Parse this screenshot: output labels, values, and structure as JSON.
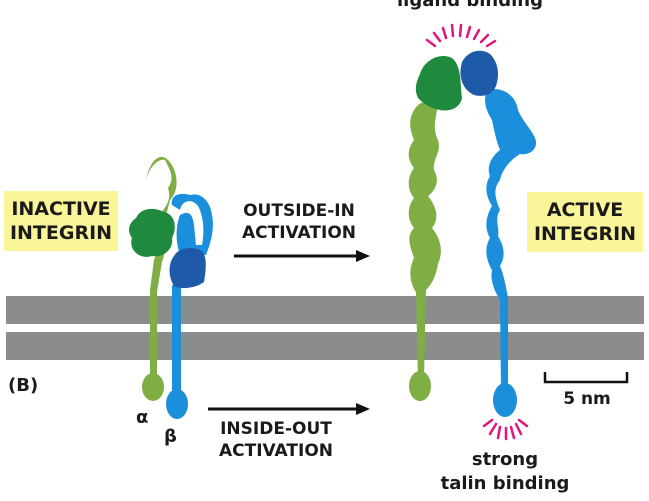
{
  "figure": {
    "panel_label": "(B)",
    "inactive_label": [
      "INACTIVE",
      "INTEGRIN"
    ],
    "active_label": [
      "ACTIVE",
      "INTEGRIN"
    ],
    "outside_in_label": [
      "OUTSIDE-IN",
      "ACTIVATION"
    ],
    "inside_out_label": [
      "INSIDE-OUT",
      "ACTIVATION"
    ],
    "ligand_binding_label": "ligand binding",
    "talin_binding_label": [
      "strong",
      "talin binding"
    ],
    "alpha_label": "α",
    "beta_label": "β",
    "scale_bar_label": "5 nm",
    "colors": {
      "alpha_light_green": "#7fae45",
      "alpha_dark_green": "#1f8a3e",
      "beta_light_blue": "#1b8fdc",
      "beta_dark_blue": "#1f5aa8",
      "membrane_gray": "#8a8d8b",
      "highlight_yellow": "#fbf59a",
      "binding_magenta": "#e0157f"
    }
  }
}
